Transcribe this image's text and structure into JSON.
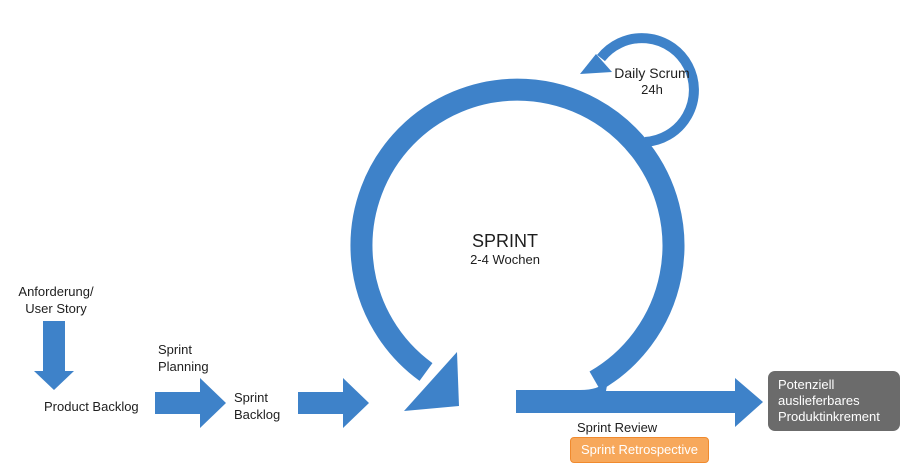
{
  "colors": {
    "arrow_blue": "#3e82c9",
    "increment_bg": "#6b6b6b",
    "retro_bg": "#f7a85b"
  },
  "labels": {
    "requirement": "Anforderung/\nUser Story",
    "product_backlog": "Product Backlog",
    "sprint_planning": "Sprint\nPlanning",
    "sprint_backlog": "Sprint\nBacklog",
    "sprint_title": "SPRINT",
    "sprint_duration": "2-4 Wochen",
    "daily_scrum": "Daily Scrum",
    "daily_duration": "24h",
    "increment": "Potenziell\nauslieferbares\nProduktinkrement",
    "sprint_review": "Sprint Review",
    "sprint_retrospective": "Sprint Retrospective"
  }
}
